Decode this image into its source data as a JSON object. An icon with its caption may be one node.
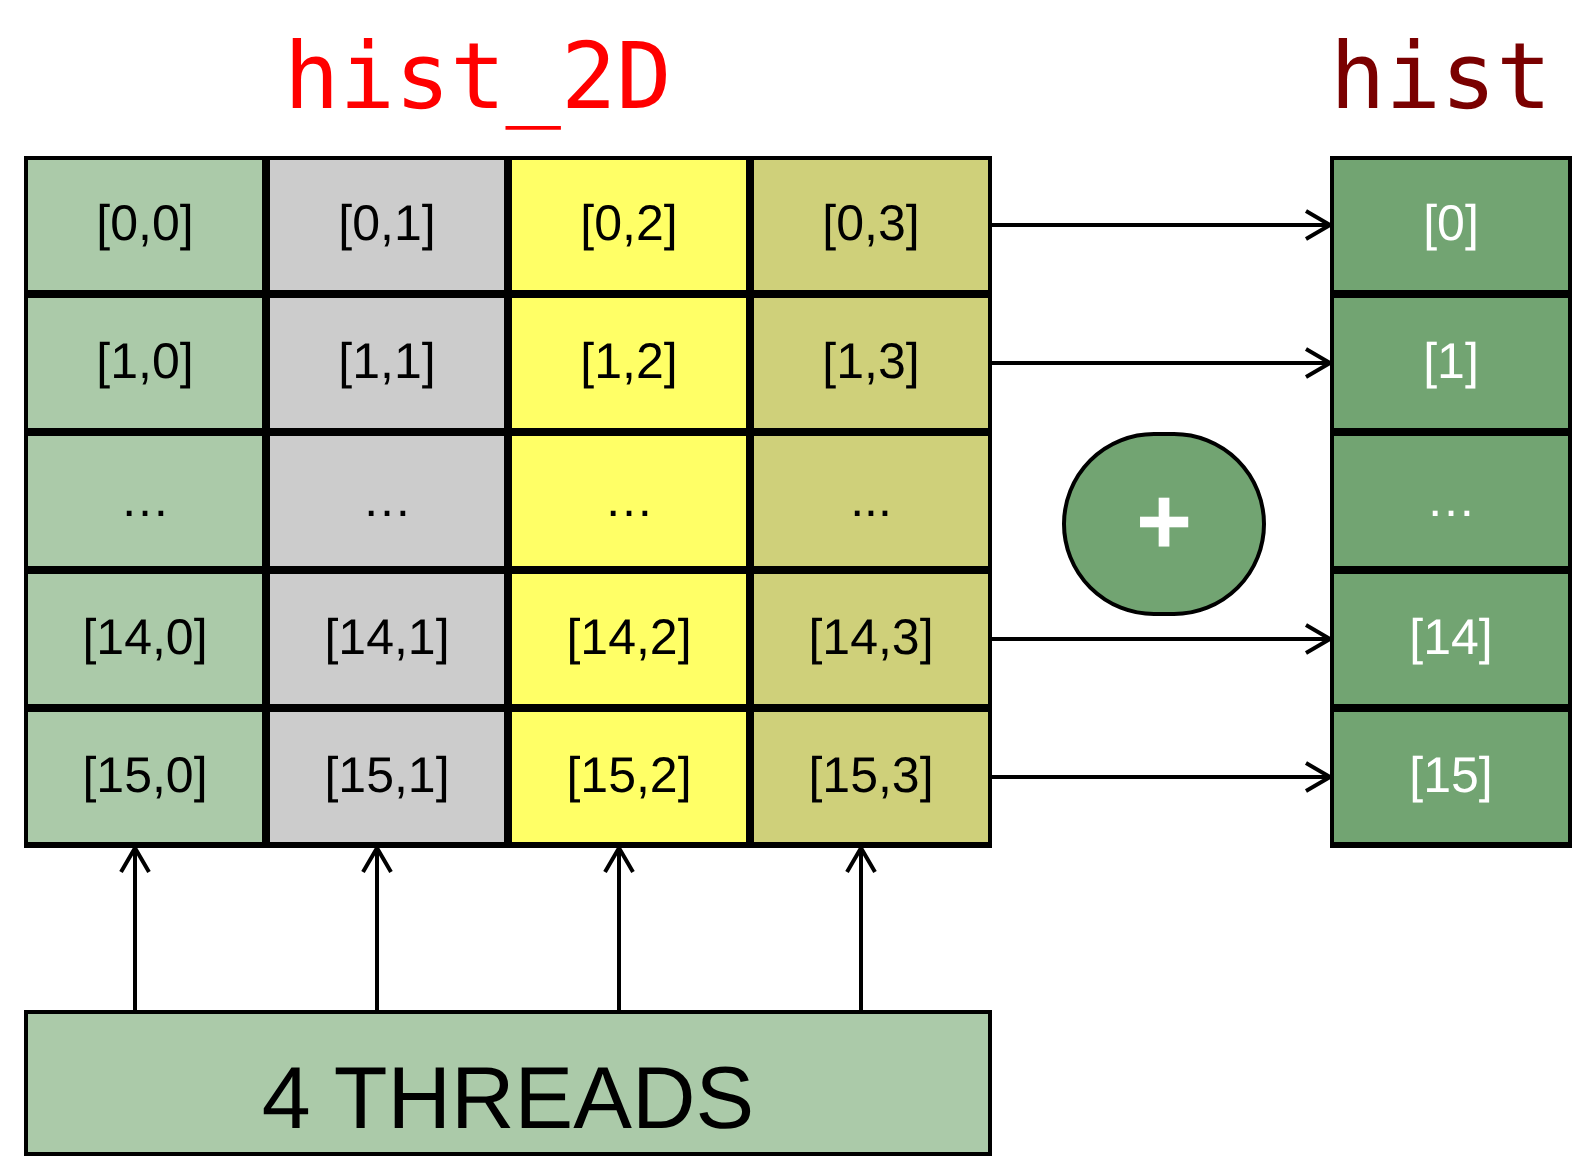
{
  "diagram": {
    "nodes": [
      {
        "text": [
          "hist_2D"
        ]
      },
      {
        "text": [
          "[0,0]"
        ],
        "in": 0
      },
      {
        "text": [
          "[0,1]"
        ],
        "in": 0
      },
      {
        "text": [
          "[0,2]"
        ],
        "in": 0
      },
      {
        "text": [
          "[0,3]"
        ],
        "in": 0
      },
      {
        "text": [
          "[1,0]"
        ],
        "in": 0
      },
      {
        "text": [
          "[1,1]"
        ],
        "in": 0
      },
      {
        "text": [
          "[1,2]"
        ],
        "in": 0
      },
      {
        "text": [
          "[1,3]"
        ],
        "in": 0
      },
      {
        "text": [
          "…"
        ],
        "in": 0
      },
      {
        "text": [
          "…"
        ],
        "in": 0
      },
      {
        "text": [
          "…"
        ],
        "in": 0
      },
      {
        "text": [
          "..."
        ],
        "in": 0
      },
      {
        "text": [
          "[14,0]"
        ],
        "in": 0
      },
      {
        "text": [
          "[14,1]"
        ],
        "in": 0
      },
      {
        "text": [
          "[14,2]"
        ],
        "in": 0
      },
      {
        "text": [
          "[14,3]"
        ],
        "in": 0
      },
      {
        "text": [
          "[15,0]"
        ],
        "in": 0
      },
      {
        "text": [
          "[15,1]"
        ],
        "in": 0
      },
      {
        "text": [
          "[15,2]"
        ],
        "in": 0
      },
      {
        "text": [
          "[15,3]"
        ],
        "in": 0
      },
      {
        "text": [
          "hist"
        ]
      },
      {
        "text": [
          "[0]"
        ],
        "in": 21
      },
      {
        "text": [
          "[1]"
        ],
        "in": 21
      },
      {
        "text": [
          "…"
        ],
        "in": 21
      },
      {
        "text": [
          "[14]"
        ],
        "in": 21
      },
      {
        "text": [
          "[15]"
        ],
        "in": 21
      },
      {
        "text": [
          "+"
        ]
      },
      {
        "text": [
          "4 THREADS"
        ]
      }
    ],
    "edges": [
      {
        "from": 4,
        "to": 22,
        "arrow": "to"
      },
      {
        "from": 8,
        "to": 23,
        "arrow": "to"
      },
      {
        "from": 16,
        "to": 25,
        "arrow": "to"
      },
      {
        "from": 20,
        "to": 26,
        "arrow": "to"
      },
      {
        "from": 28,
        "to": 17,
        "arrow": "to"
      },
      {
        "from": 28,
        "to": 18,
        "arrow": "to"
      },
      {
        "from": 28,
        "to": 19,
        "arrow": "to"
      },
      {
        "from": 28,
        "to": 20,
        "arrow": "to"
      }
    ]
  }
}
